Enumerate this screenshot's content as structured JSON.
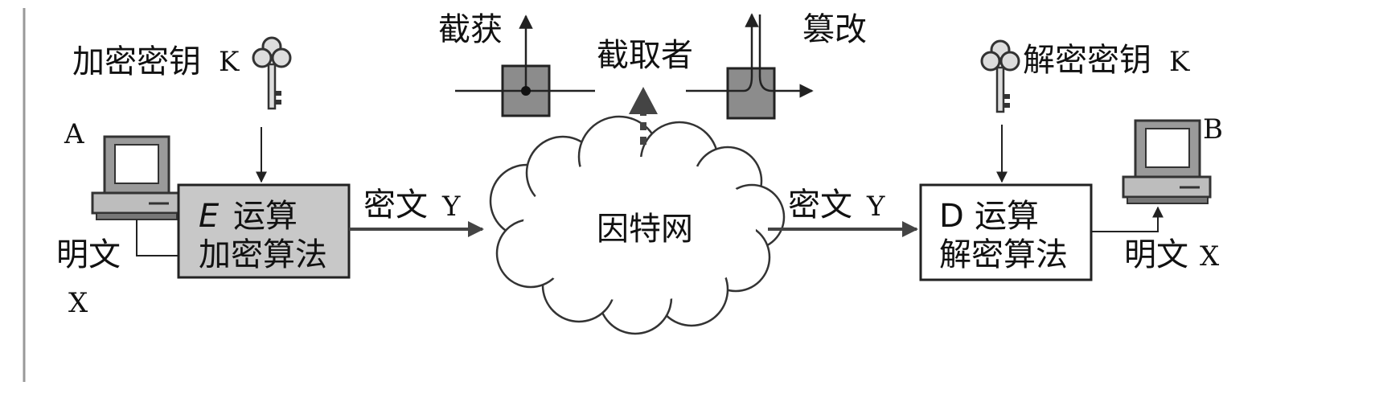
{
  "sender": {
    "label": "A",
    "plaintext": "明文",
    "plaintext_var": "X"
  },
  "receiver": {
    "label": "B",
    "plaintext": "明文",
    "plaintext_var": "X"
  },
  "enc_key": {
    "label": "加密密钥",
    "var": "K"
  },
  "dec_key": {
    "label": "解密密钥",
    "var": "K"
  },
  "enc_box": {
    "op_letter": "E",
    "op": "运算",
    "name": "加密算法",
    "fill": "#c8c8c8"
  },
  "dec_box": {
    "op_letter": "D",
    "op": "运算",
    "name": "解密算法",
    "fill": "#ffffff"
  },
  "ciphertext_left": {
    "label": "密文",
    "var": "Y"
  },
  "ciphertext_right": {
    "label": "密文",
    "var": "Y"
  },
  "network": {
    "label": "因特网"
  },
  "attacker": {
    "label": "截取者",
    "intercept": "截获",
    "tamper": "篡改"
  },
  "colors": {
    "box_gray": "#c8c8c8",
    "line": "#222222",
    "module_gray": "#8c8c8c"
  }
}
